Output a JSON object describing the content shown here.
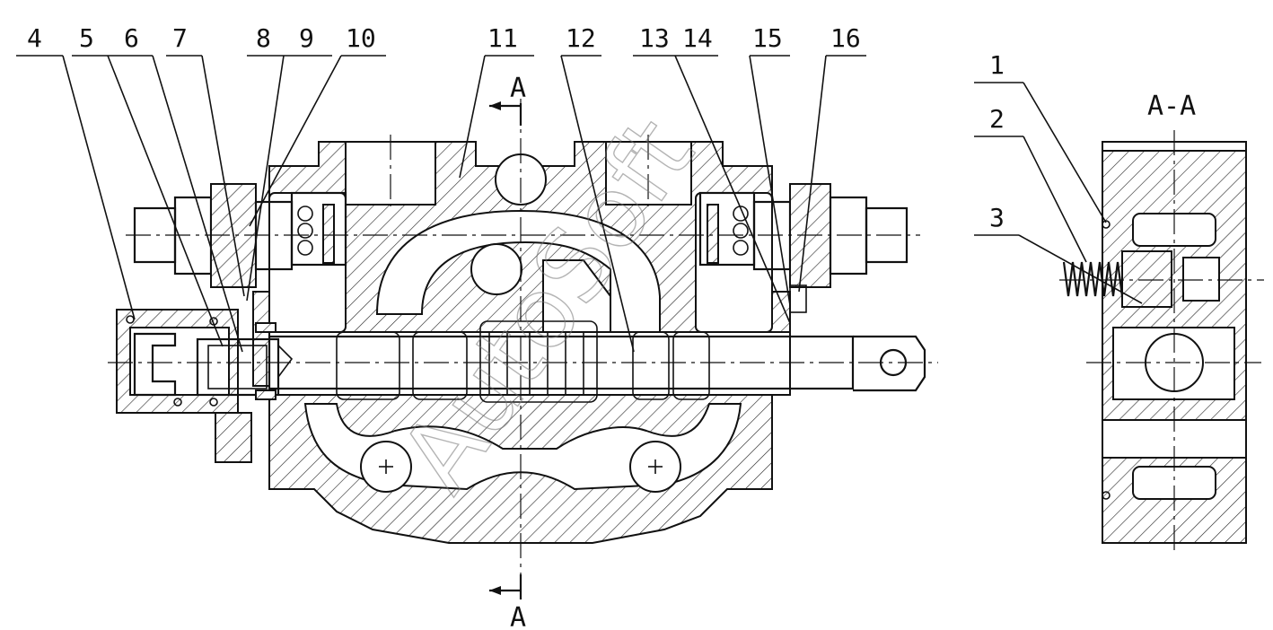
{
  "callouts": {
    "c4": "4",
    "c5": "5",
    "c6": "6",
    "c7": "7",
    "c8": "8",
    "c9": "9",
    "c10": "10",
    "c11": "11",
    "c12": "12",
    "c13": "13",
    "c14": "14",
    "c15": "15",
    "c16": "16",
    "c1": "1",
    "c2": "2",
    "c3": "3"
  },
  "section": {
    "title": "A-A",
    "marker_top": "A",
    "marker_bottom": "A"
  },
  "watermark": "AutoSoft"
}
